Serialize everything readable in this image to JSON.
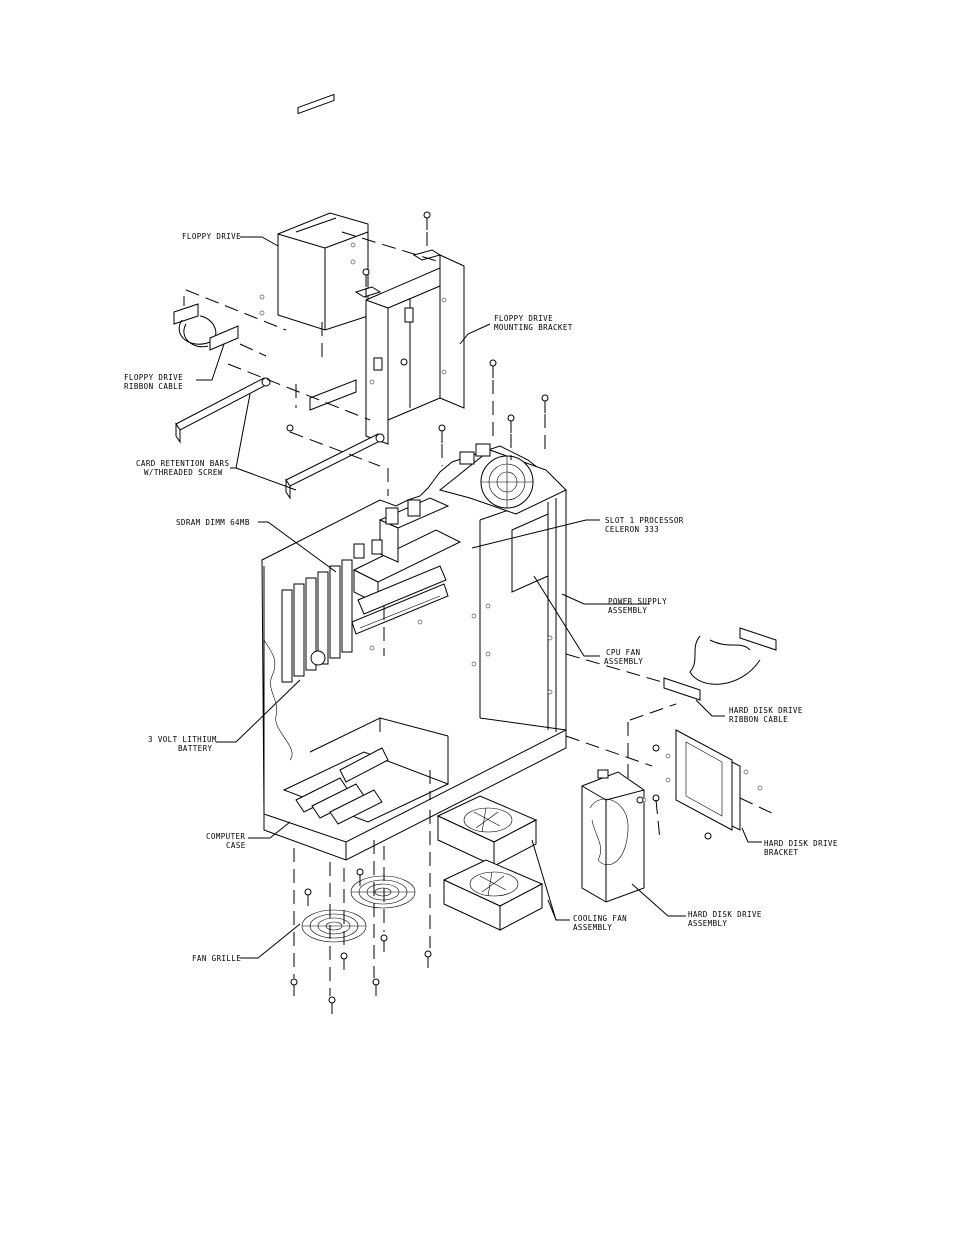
{
  "labels": {
    "floppy_drive": "FLOPPY DRIVE",
    "floppy_bracket_1": "FLOPPY DRIVE",
    "floppy_bracket_2": "MOUNTING BRACKET",
    "floppy_cable_1": "FLOPPY DRIVE",
    "floppy_cable_2": "RIBBON CABLE",
    "card_bars_1": "CARD RETENTION BARS",
    "card_bars_2": "W/THREADED SCREW",
    "sdram": "SDRAM DIMM 64MB",
    "processor_1": "SLOT 1 PROCESSOR",
    "processor_2": "CELERON 333",
    "power_supply_1": "POWER SUPPLY",
    "power_supply_2": "ASSEMBLY",
    "cpu_fan_1": "CPU FAN",
    "cpu_fan_2": "ASSEMBLY",
    "hdd_cable_1": "HARD DISK DRIVE",
    "hdd_cable_2": "RIBBON CABLE",
    "battery_1": "3 VOLT LITHIUM",
    "battery_2": "BATTERY",
    "case_1": "COMPUTER",
    "case_2": "CASE",
    "hdd_bracket_1": "HARD DISK DRIVE",
    "hdd_bracket_2": "BRACKET",
    "cooling_fan_1": "COOLING FAN",
    "cooling_fan_2": "ASSEMBLY",
    "hdd_assembly_1": "HARD DISK DRIVE",
    "hdd_assembly_2": "ASSEMBLY",
    "fan_grille": "FAN GRILLE"
  }
}
